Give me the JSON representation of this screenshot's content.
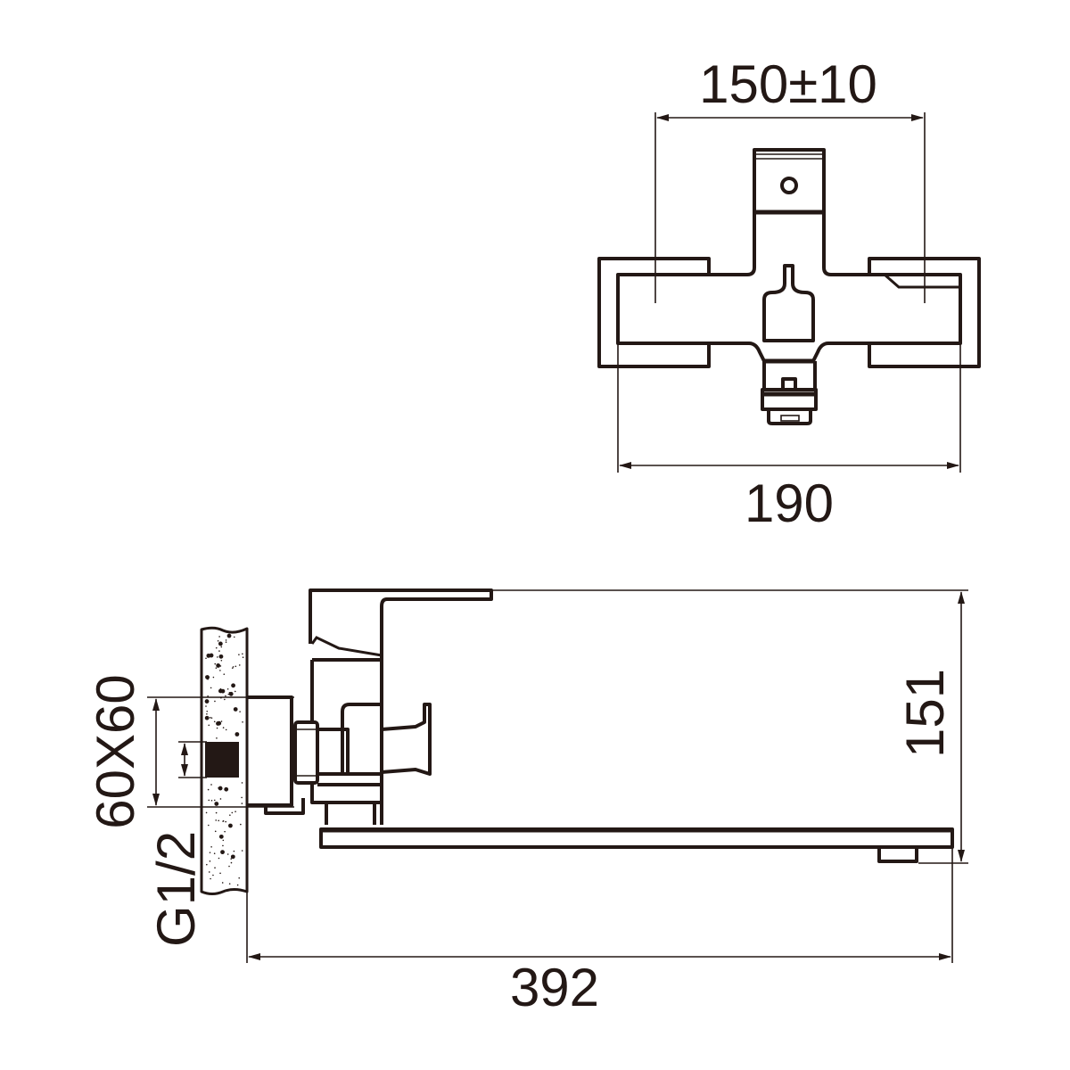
{
  "top_view": {
    "dim_center_distance": "150±10",
    "dim_width": "190"
  },
  "side_view": {
    "dim_height": "151",
    "dim_length": "392",
    "dim_flange": "60X60",
    "thread_label": "G1/2"
  },
  "colors": {
    "ink": "#231815",
    "background": "#ffffff"
  }
}
